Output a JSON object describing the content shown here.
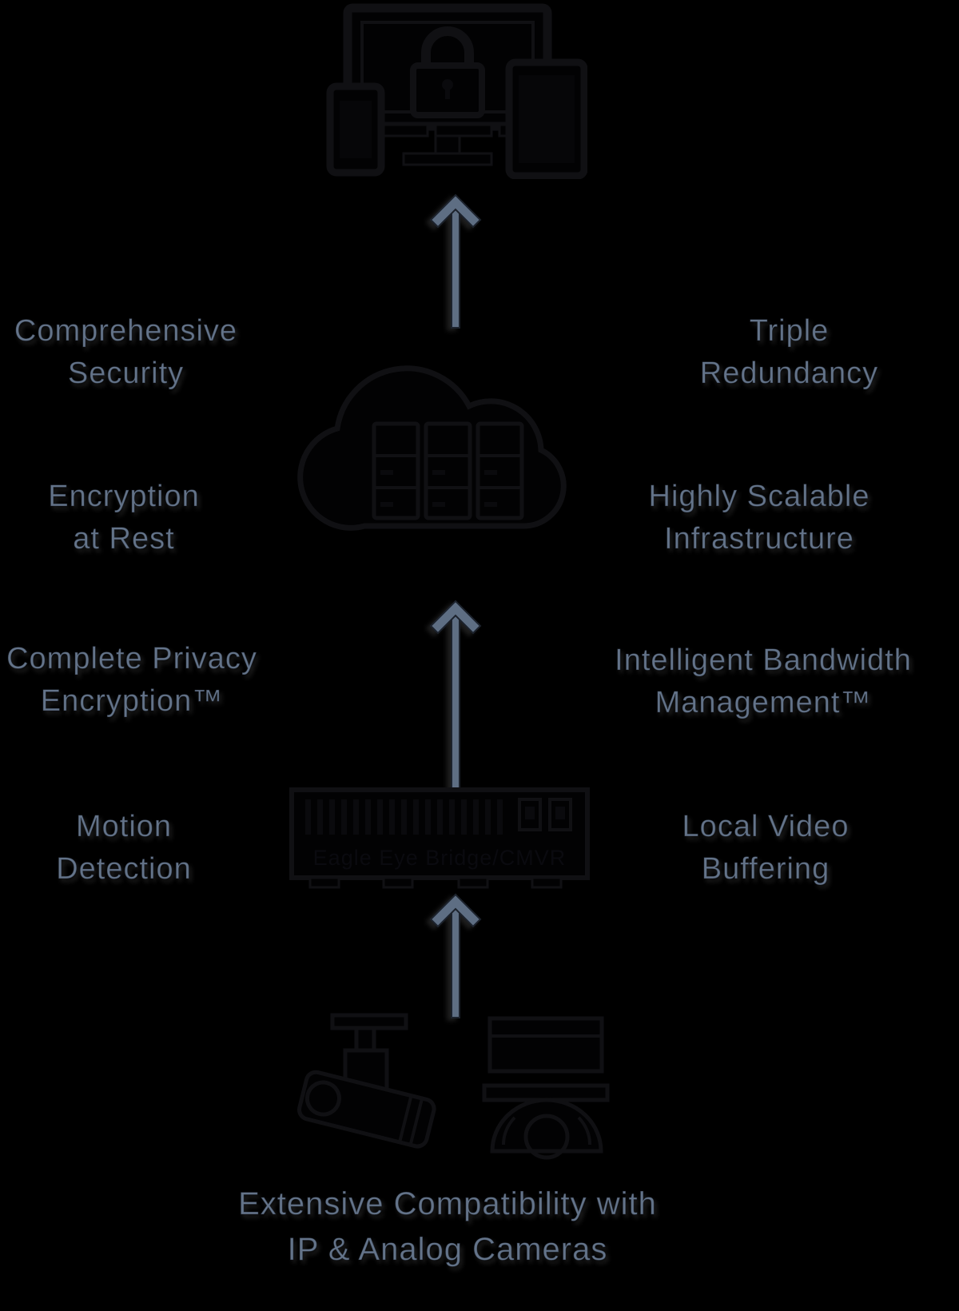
{
  "colors": {
    "background": "#000000",
    "label_text": "#64748a",
    "arrow": "#5e6e83",
    "arrow_outline": "#1c222c",
    "icon_stroke": "#101013"
  },
  "features": [
    {
      "id": "comprehensive-security",
      "side": "left",
      "line1": "Comprehensive",
      "line2": "Security"
    },
    {
      "id": "triple-redundancy",
      "side": "right",
      "line1": "Triple",
      "line2": "Redundancy"
    },
    {
      "id": "encryption-at-rest",
      "side": "left",
      "line1": "Encryption",
      "line2": "at Rest"
    },
    {
      "id": "highly-scalable",
      "side": "right",
      "line1": "Highly Scalable",
      "line2": "Infrastructure"
    },
    {
      "id": "complete-privacy",
      "side": "left",
      "line1": "Complete Privacy",
      "line2": "Encryption™"
    },
    {
      "id": "intelligent-bandwidth",
      "side": "right",
      "line1": "Intelligent Bandwidth",
      "line2": "Management™"
    },
    {
      "id": "motion-detection",
      "side": "left",
      "line1": "Motion",
      "line2": "Detection"
    },
    {
      "id": "local-video-buffering",
      "side": "right",
      "line1": "Local Video",
      "line2": "Buffering"
    }
  ],
  "bridge": {
    "label": "Eagle Eye Bridge/CMVR"
  },
  "caption": {
    "line1": "Extensive Compatibility with",
    "line2": "IP & Analog Cameras"
  },
  "icons": {
    "top": "devices-lock-icon",
    "middle": "cloud-servers-icon",
    "bridge": "bridge-device-icon",
    "bottom": "security-cameras-icon",
    "flow": "arrow-up-icon"
  }
}
